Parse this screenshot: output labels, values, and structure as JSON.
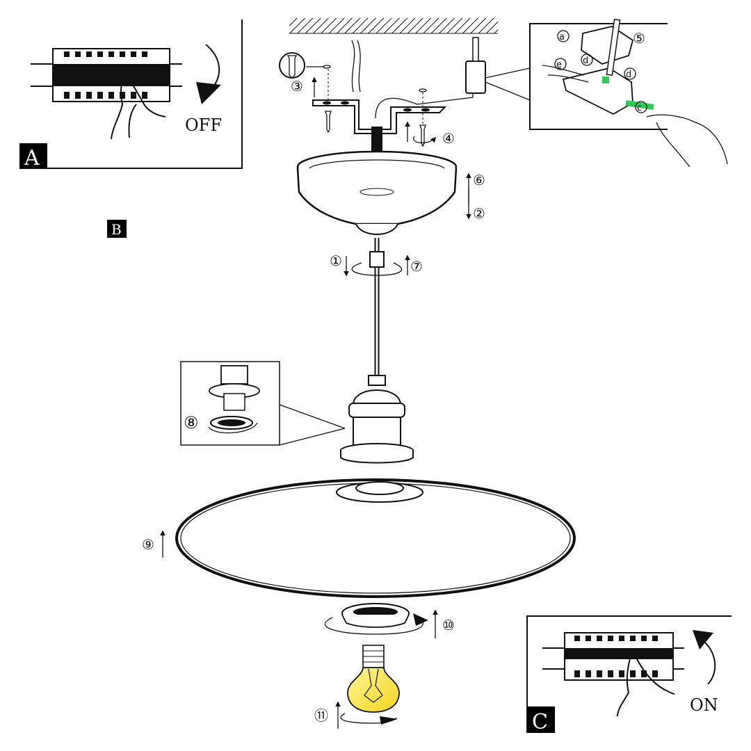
{
  "panels": {
    "a": {
      "letter": "A",
      "state_label": "OFF"
    },
    "b": {
      "letter": "B"
    },
    "c": {
      "letter": "C",
      "state_label": "ON"
    }
  },
  "steps": [
    "①",
    "②",
    "③",
    "④",
    "⑤",
    "⑥",
    "⑦",
    "⑧",
    "⑨",
    "⑩",
    "⑪"
  ],
  "terminal_letters": {
    "a": "a",
    "d1": "d",
    "d2": "d",
    "e": "e",
    "c": "c"
  },
  "colors": {
    "bulb": "#f7e43a",
    "highlight": "#34c759",
    "ink": "#111111",
    "panel_letter_bg": "#000000"
  }
}
